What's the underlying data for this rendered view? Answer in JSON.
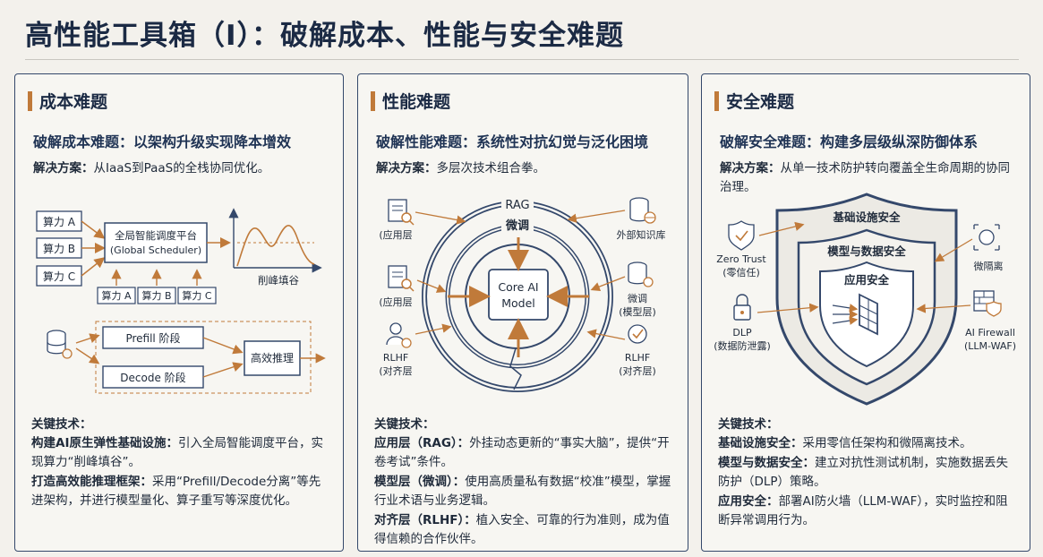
{
  "title": "高性能工具箱（I）：破解成本、性能与安全难题",
  "colors": {
    "navy": "#1b2a44",
    "accent": "#c07a3a",
    "panel_border": "#34486b",
    "background": "#f3f1ec"
  },
  "panels": [
    {
      "heading": "成本难题",
      "subhead": "破解成本难题：以架构升级实现降本增效",
      "solution_label": "解决方案：",
      "solution_text": "从IaaS到PaaS的全栈协同优化。",
      "diagram": {
        "inputs": [
          "算力 A",
          "算力 B",
          "算力 C"
        ],
        "scheduler": [
          "全局智能调度平台",
          "(Global Scheduler)"
        ],
        "outputs": [
          "算力 A",
          "算力 B",
          "算力 C"
        ],
        "curve_label": "削峰填谷",
        "prefill": "Prefill 阶段",
        "decode": "Decode 阶段",
        "result": "高效推理"
      },
      "key_title": "关键技术：",
      "key_items": [
        {
          "label": "构建AI原生弹性基础设施：",
          "text": "引入全局智能调度平台，实现算力“削峰填谷”。"
        },
        {
          "label": "打造高效能推理框架：",
          "text": "采用“Prefill/Decode分离”等先进架构，并进行模型量化、算子重写等深度优化。"
        }
      ]
    },
    {
      "heading": "性能难题",
      "subhead": "破解性能难题：系统性对抗幻觉与泛化困境",
      "solution_label": "解决方案：",
      "solution_text": "多层次技术组合拳。",
      "diagram": {
        "center": [
          "Core AI",
          "Model"
        ],
        "ring_rag": "RAG",
        "ring_ft": "微调",
        "left_top": "(应用层",
        "left_mid": "(应用层",
        "left_bot": [
          "RLHF",
          "(对齐层"
        ],
        "right_top": "外部知识库",
        "right_mid": [
          "微调",
          "(模型层)"
        ],
        "right_bot": [
          "RLHF",
          "(对齐层)"
        ]
      },
      "key_title": "关键技术：",
      "key_items": [
        {
          "label": "应用层（RAG）：",
          "text": "外挂动态更新的“事实大脑”，提供“开卷考试”条件。"
        },
        {
          "label": "模型层（微调）：",
          "text": "使用高质量私有数据“校准”模型，掌握行业术语与业务逻辑。"
        },
        {
          "label": "对齐层（RLHF）：",
          "text": "植入安全、可靠的行为准则，成为值得信赖的合作伙伴。"
        }
      ]
    },
    {
      "heading": "安全难题",
      "subhead": "破解安全难题：构建多层级纵深防御体系",
      "solution_label": "解决方案：",
      "solution_text": "从单一技术防护转向覆盖全生命周期的协同治理。",
      "diagram": {
        "layer1": "基础设施安全",
        "layer2": "模型与数据安全",
        "layer3": "应用安全",
        "zero_trust": [
          "Zero Trust",
          "(零信任)"
        ],
        "micro_seg": "微隔离",
        "dlp": [
          "DLP",
          "(数据防泄露)"
        ],
        "firewall": [
          "AI Firewall",
          "(LLM-WAF)"
        ]
      },
      "key_title": "关键技术：",
      "key_items": [
        {
          "label": "基础设施安全：",
          "text": "采用零信任架构和微隔离技术。"
        },
        {
          "label": "模型与数据安全：",
          "text": "建立对抗性测试机制，实施数据丢失防护（DLP）策略。"
        },
        {
          "label": "应用安全：",
          "text": "部署AI防火墙（LLM-WAF），实时监控和阻断异常调用行为。"
        }
      ]
    }
  ]
}
